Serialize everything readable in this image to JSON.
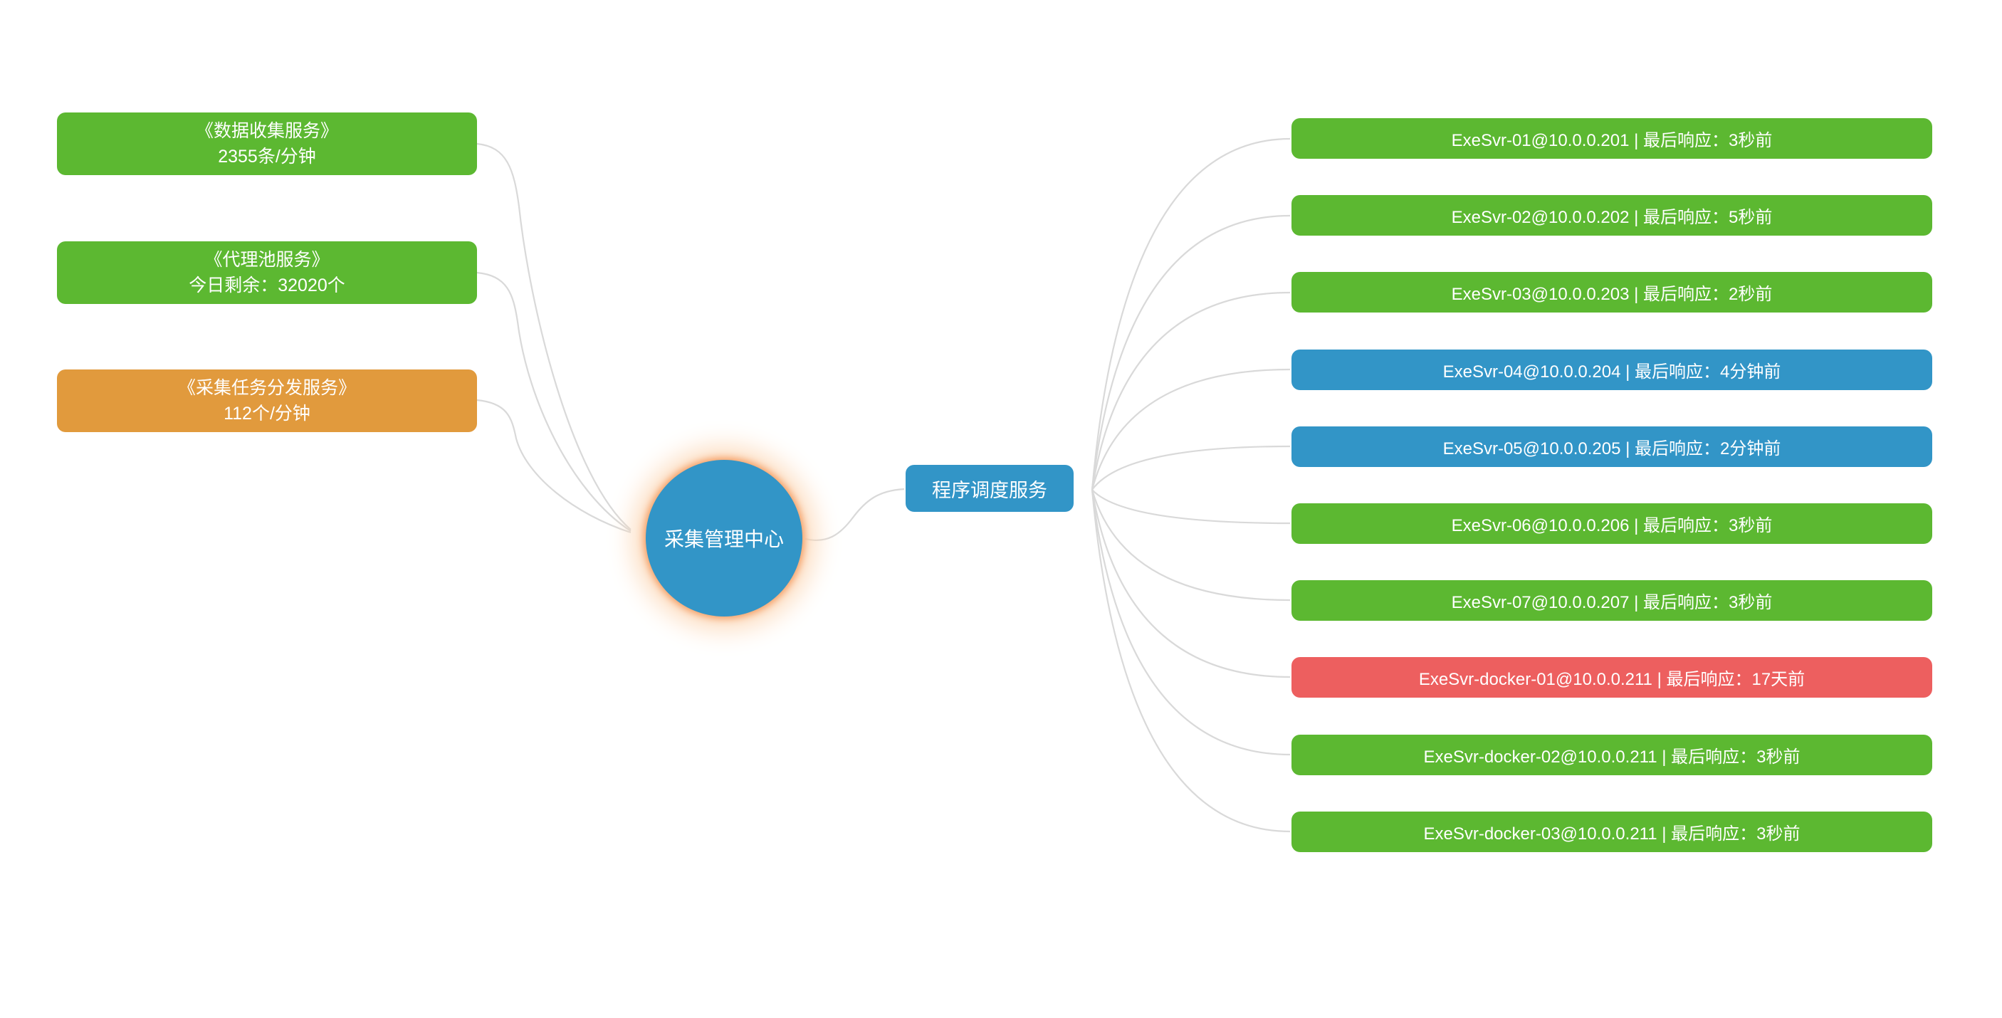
{
  "colors": {
    "green": "#5cb831",
    "blue": "#3295c7",
    "orange": "#e19a3d",
    "red": "#ed5f5f",
    "connector": "#d9d9d9",
    "text_white": "#ffffff",
    "glow": "#f49d63"
  },
  "center_node": {
    "label": "采集管理中心"
  },
  "scheduler_node": {
    "label": "程序调度服务"
  },
  "service_nodes": [
    {
      "title": "《数据收集服务》",
      "metric": "2355条/分钟",
      "status": "green"
    },
    {
      "title": "《代理池服务》",
      "metric": "今日剩余：32020个",
      "status": "green"
    },
    {
      "title": "《采集任务分发服务》",
      "metric": "112个/分钟",
      "status": "orange"
    }
  ],
  "executor_nodes": [
    {
      "label": "ExeSvr-01@10.0.0.201 | 最后响应：3秒前",
      "status": "green"
    },
    {
      "label": "ExeSvr-02@10.0.0.202 | 最后响应：5秒前",
      "status": "green"
    },
    {
      "label": "ExeSvr-03@10.0.0.203 | 最后响应：2秒前",
      "status": "green"
    },
    {
      "label": "ExeSvr-04@10.0.0.204 | 最后响应：4分钟前",
      "status": "blue"
    },
    {
      "label": "ExeSvr-05@10.0.0.205 | 最后响应：2分钟前",
      "status": "blue"
    },
    {
      "label": "ExeSvr-06@10.0.0.206 | 最后响应：3秒前",
      "status": "green"
    },
    {
      "label": "ExeSvr-07@10.0.0.207 | 最后响应：3秒前",
      "status": "green"
    },
    {
      "label": "ExeSvr-docker-01@10.0.0.211 | 最后响应：17天前",
      "status": "red"
    },
    {
      "label": "ExeSvr-docker-02@10.0.0.211 | 最后响应：3秒前",
      "status": "green"
    },
    {
      "label": "ExeSvr-docker-03@10.0.0.211 | 最后响应：3秒前",
      "status": "green"
    }
  ]
}
